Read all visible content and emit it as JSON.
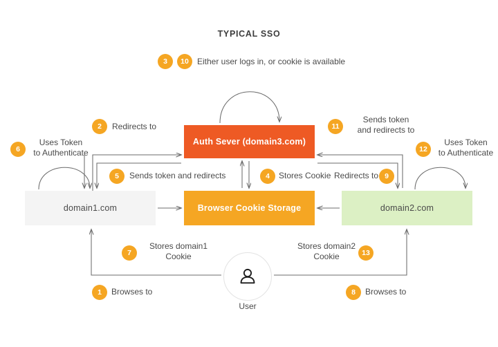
{
  "diagram": {
    "title": "TYPICAL SSO",
    "type": "flow-diagram",
    "colors": {
      "auth_server": "#ee5a24",
      "cookie_storage": "#f5a623",
      "domain1": "#f4f4f4",
      "domain2": "#dcf0c4",
      "badge": "#f5a623",
      "connector": "#6b6b6b",
      "text": "#4a4a4a"
    },
    "nodes": [
      {
        "id": "auth-server",
        "label": "Auth Sever (domain3.com)"
      },
      {
        "id": "cookie-storage",
        "label": "Browser Cookie Storage"
      },
      {
        "id": "domain1",
        "label": "domain1.com"
      },
      {
        "id": "domain2",
        "label": "domain2.com"
      },
      {
        "id": "user",
        "label": "User",
        "icon": "user-icon"
      }
    ],
    "steps": [
      {
        "num": "1",
        "text": "Browses to"
      },
      {
        "num": "2",
        "text": "Redirects to"
      },
      {
        "num": "3",
        "text": "Either user logs in, or cookie is available"
      },
      {
        "num": "4",
        "text": "Stores Cookie"
      },
      {
        "num": "5",
        "text": "Sends token and redirects"
      },
      {
        "num": "6",
        "text": "Uses Token\nto Authenticate"
      },
      {
        "num": "7",
        "text": "Stores domain1\nCookie"
      },
      {
        "num": "8",
        "text": "Browses to"
      },
      {
        "num": "9",
        "text": "Redirects to"
      },
      {
        "num": "10",
        "text": "Either user logs in, or cookie is available"
      },
      {
        "num": "11",
        "text": "Sends token\nand redirects to"
      },
      {
        "num": "12",
        "text": "Uses Token\nto Authenticate"
      },
      {
        "num": "13",
        "text": "Stores domain2\nCookie"
      }
    ],
    "badges": {
      "b1": "1",
      "b2": "2",
      "b3": "3",
      "b4": "4",
      "b5": "5",
      "b6": "6",
      "b7": "7",
      "b8": "8",
      "b9": "9",
      "b10": "10",
      "b11": "11",
      "b12": "12",
      "b13": "13"
    },
    "captions": {
      "login_or_cookie": "Either user logs in, or cookie is available",
      "redirects_to": "Redirects to",
      "uses_token_left": "Uses Token\nto Authenticate",
      "uses_token_right": "Uses Token\nto Authenticate",
      "sends_token_redirects_to": "Sends token\nand redirects to",
      "sends_token_and_redirects": "Sends token and redirects",
      "stores_cookie": "Stores Cookie",
      "redirects_to_right": "Redirects to",
      "stores_domain1_cookie": "Stores domain1\nCookie",
      "stores_domain2_cookie": "Stores domain2\nCookie",
      "browses_to_left": "Browses to",
      "browses_to_right": "Browses to"
    }
  }
}
